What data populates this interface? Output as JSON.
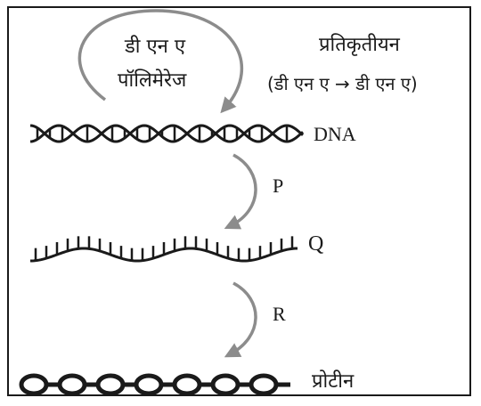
{
  "diagram": {
    "enzyme_label_line1": "डी एन ए",
    "enzyme_label_line2": "पॉलिमेरेज",
    "replication_label": "प्रतिकृतीयन",
    "replication_detail": "(डी एन ए → डी एन ए)",
    "dna_label": "DNA",
    "process_p_label": "P",
    "molecule_q_label": "Q",
    "process_r_label": "R",
    "protein_label": "प्रोटीन",
    "colors": {
      "arrow": "#8c8c8c",
      "strand": "#1a1a1a",
      "frame": "#1a1a1a"
    }
  }
}
